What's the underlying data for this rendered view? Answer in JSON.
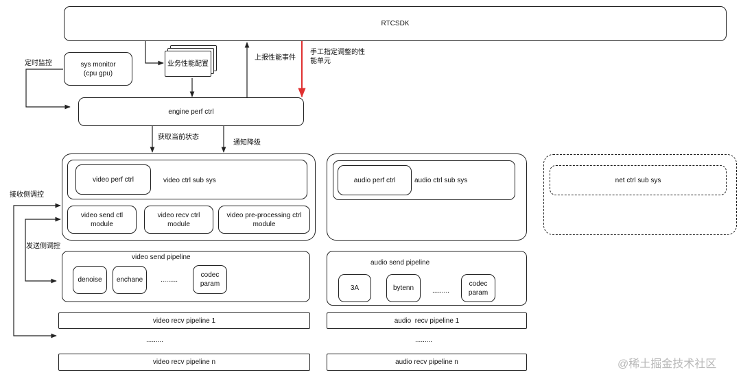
{
  "nodes": {
    "rtcsdk": "RTCSDK",
    "sys_monitor": "sys monitor\n(cpu gpu)",
    "perf_config": "业务性能配置",
    "engine_perf_ctrl": "engine perf ctrl",
    "video_perf_ctrl": "video perf ctrl",
    "video_ctrl_sub_sys": "video ctrl sub sys",
    "video_send_ctrl": "video send ctl\nmodule",
    "video_recv_ctrl": "video recv ctrl\nmodule",
    "video_preproc_ctrl": "video pre-processing ctrl\nmodule",
    "audio_perf_ctrl": "audio perf ctrl",
    "audio_ctrl_sub_sys": "audio ctrl sub sys",
    "net_ctrl_sub_sys": "net ctrl sub sys",
    "video_send_pipeline": "video send pipeline",
    "denoise": "denoise",
    "enchane": "enchane",
    "video_send_ellipsis": ".........",
    "video_codec_param": "codec\nparam",
    "audio_send_pipeline": "audio send pipeline",
    "audio_3a": "3A",
    "bytenn": "bytenn",
    "audio_send_ellipsis": ".........",
    "audio_codec_param": "codec\nparam",
    "video_recv_pipeline_1": "video recv pipeline 1",
    "video_recv_ellipsis": ".........",
    "video_recv_pipeline_n": "video recv pipeline n",
    "audio_recv_pipeline_1": "audio  recv pipeline 1",
    "audio_recv_ellipsis": ".........",
    "audio_recv_pipeline_n": "audio recv pipeline n"
  },
  "edge_labels": {
    "timed_monitor": "定时监控",
    "report_perf_event": "上报性能事件",
    "manual_adjust": "手工指定调整的性能单元",
    "get_state": "获取当前状态",
    "notify_downgrade": "通知降级",
    "recv_side_control": "接收侧调控",
    "send_side_control": "发送侧调控"
  },
  "colors": {
    "line": "#222222",
    "manual_arrow": "#e03030"
  },
  "watermark": "@稀土掘金技术社区"
}
